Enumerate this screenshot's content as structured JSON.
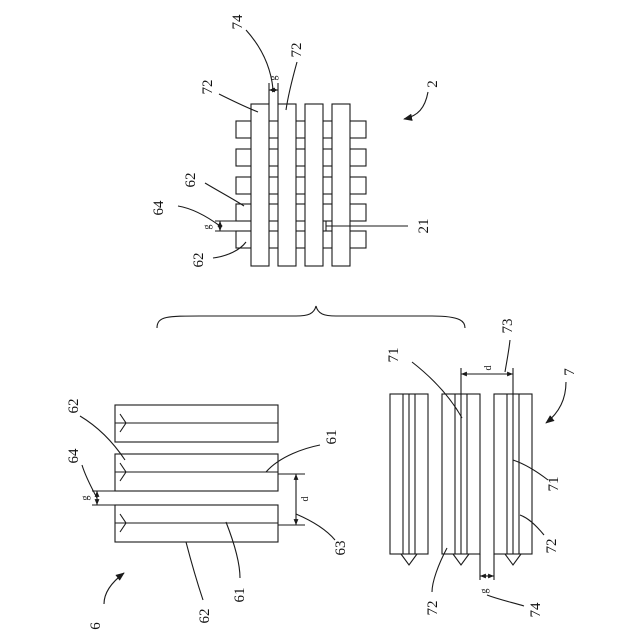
{
  "figure": {
    "colors": {
      "line": "#1a1a1a",
      "background": "#ffffff"
    },
    "assembly": {
      "ref": "2",
      "labels": {
        "top_gap_ref": "74",
        "col_left": "72",
        "col_right": "72",
        "row_upper": "62",
        "row_gap_ref": "64",
        "row_lower": "62",
        "contact_ref": "21"
      },
      "gap_symbol_top": "g",
      "gap_symbol_left": "g"
    },
    "part6": {
      "ref": "6",
      "labels": {
        "top_62": "62",
        "gap_64": "64",
        "right_61": "61",
        "bottom_61": "61",
        "bottom_62": "62",
        "pitch_63": "63"
      },
      "gap_symbol": "g",
      "pitch_symbol": "d"
    },
    "part7": {
      "ref": "7",
      "labels": {
        "pitch_73": "73",
        "top_71": "71",
        "right_71": "71",
        "right_72": "72",
        "bottom_72": "72",
        "gap_74": "74"
      },
      "pitch_symbol": "d",
      "gap_symbol": "g"
    }
  }
}
